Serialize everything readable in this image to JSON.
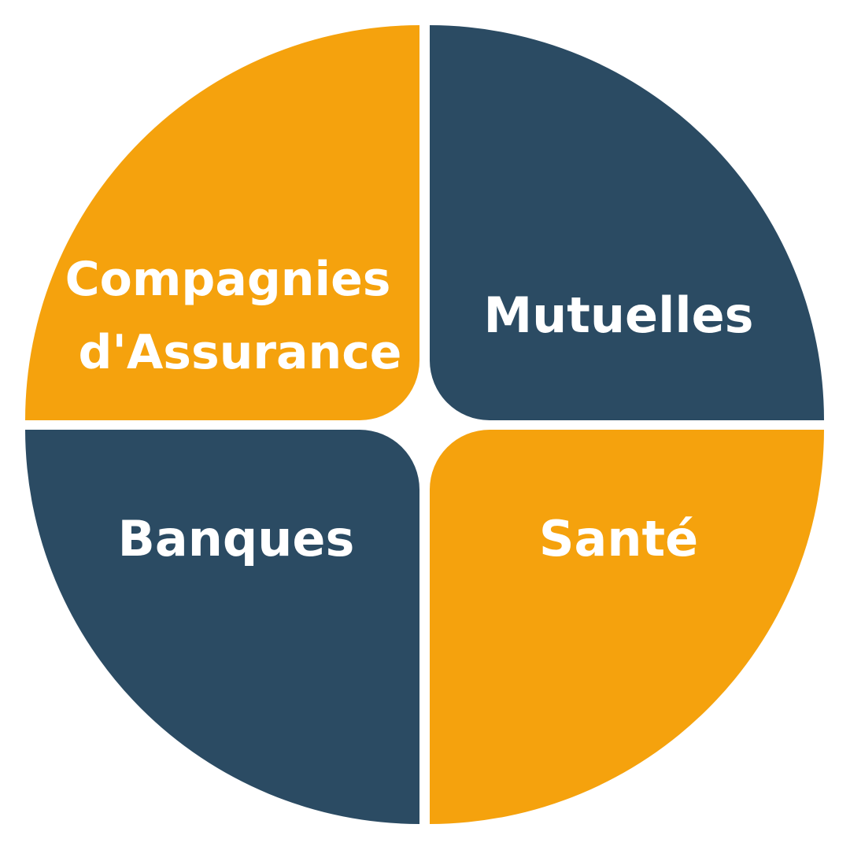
{
  "colors": {
    "orange": "#F5A20D",
    "navy": "#2B4B63",
    "text": "#FFFFFF",
    "background": "#FFFFFF"
  },
  "quadrants": [
    {
      "id": "top-left",
      "color": "orange",
      "label_lines": [
        "Compagnies",
        "d'Assurance"
      ]
    },
    {
      "id": "top-right",
      "color": "navy",
      "label_lines": [
        "Mutuelles"
      ]
    },
    {
      "id": "bottom-left",
      "color": "navy",
      "label_lines": [
        "Banques"
      ]
    },
    {
      "id": "bottom-right",
      "color": "orange",
      "label_lines": [
        "Santé"
      ]
    }
  ]
}
